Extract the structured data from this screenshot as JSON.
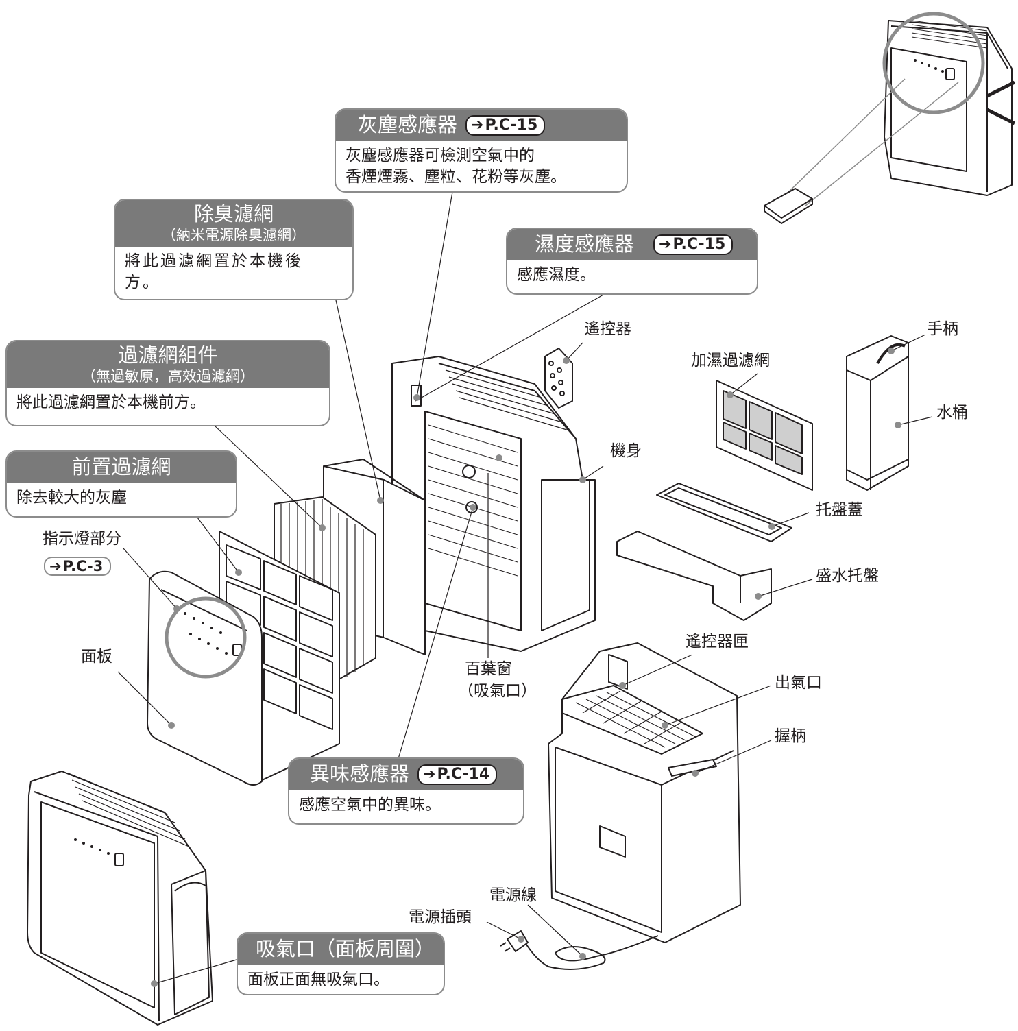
{
  "callouts": {
    "dust_sensor": {
      "title": "灰塵感應器",
      "ref": "P.C-15",
      "body": [
        "灰塵感應器可檢測空氣中的",
        "香煙煙霧、塵粒、花粉等灰塵。"
      ]
    },
    "deodorizing_filter": {
      "title": "除臭濾網",
      "subtitle": "（納米電源除臭濾網）",
      "body": [
        "將此過濾網置於本機後",
        "方。"
      ]
    },
    "humidity_sensor": {
      "title": "濕度感應器",
      "ref": "P.C-15",
      "body": [
        "感應濕度。"
      ]
    },
    "filter_assembly": {
      "title": "過濾網組件",
      "subtitle": "（無過敏原，高效過濾網）",
      "body": [
        "將此過濾網置於本機前方。"
      ]
    },
    "prefilter": {
      "title": "前置過濾網",
      "body": [
        "除去較大的灰塵"
      ]
    },
    "odor_sensor": {
      "title": "異味感應器",
      "ref": "P.C-14",
      "body": [
        "感應空氣中的異味。"
      ]
    },
    "air_inlet": {
      "title": "吸氣口（面板周圍）",
      "body": [
        "面板正面無吸氣口。"
      ]
    }
  },
  "labels": {
    "indicator_part": "指示燈部分",
    "indicator_ref": "P.C-3",
    "panel": "面板",
    "remote": "遙控器",
    "humidifying_filter": "加濕過濾網",
    "handle_top": "手柄",
    "water_tank": "水桶",
    "body": "機身",
    "tray_cover": "托盤蓋",
    "water_tray": "盛水托盤",
    "louver": "百葉窗",
    "louver_sub": "（吸氣口）",
    "remote_holder": "遙控器匣",
    "air_outlet": "出氣口",
    "grip": "握柄",
    "power_cord": "電源線",
    "power_plug": "電源插頭"
  },
  "colors": {
    "header_bg": "#7a7a7a",
    "border": "#8c8c8c",
    "line": "#231f20"
  }
}
